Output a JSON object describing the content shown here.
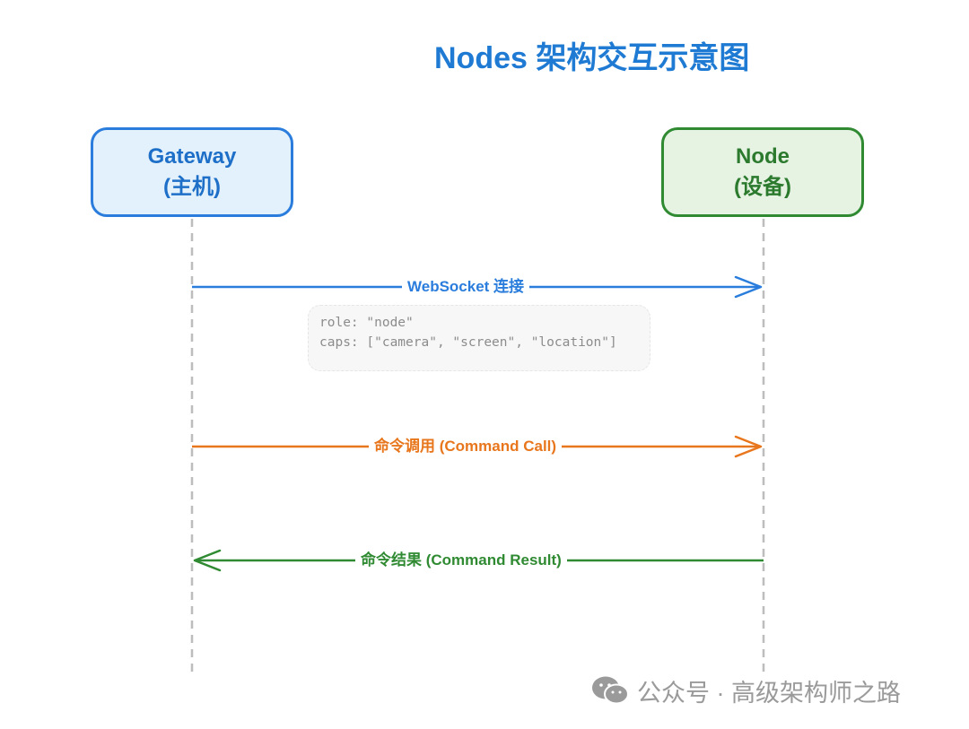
{
  "title": "Nodes 架构交互示意图",
  "actors": [
    {
      "id": "gateway",
      "name": "Gateway",
      "role": "(主机)",
      "color": "#2a7ddc",
      "fill": "#e3f1fc"
    },
    {
      "id": "node",
      "name": "Node",
      "role": "(设备)",
      "color": "#2f8a32",
      "fill": "#e6f3e3"
    }
  ],
  "messages": [
    {
      "id": "websocket",
      "label": "WebSocket 连接",
      "from": "gateway",
      "to": "node",
      "color": "#2a7ddc"
    },
    {
      "id": "command-call",
      "label": "命令调用 (Command Call)",
      "from": "gateway",
      "to": "node",
      "color": "#e8761c"
    },
    {
      "id": "command-result",
      "label": "命令结果 (Command Result)",
      "from": "node",
      "to": "gateway",
      "color": "#2f8a32"
    }
  ],
  "note": {
    "lines": [
      "role: \"node\"",
      "caps: [\"camera\", \"screen\", \"location\"]"
    ]
  },
  "watermark": {
    "text": "公众号 · 高级架构师之路",
    "icon": "wechat-icon"
  }
}
